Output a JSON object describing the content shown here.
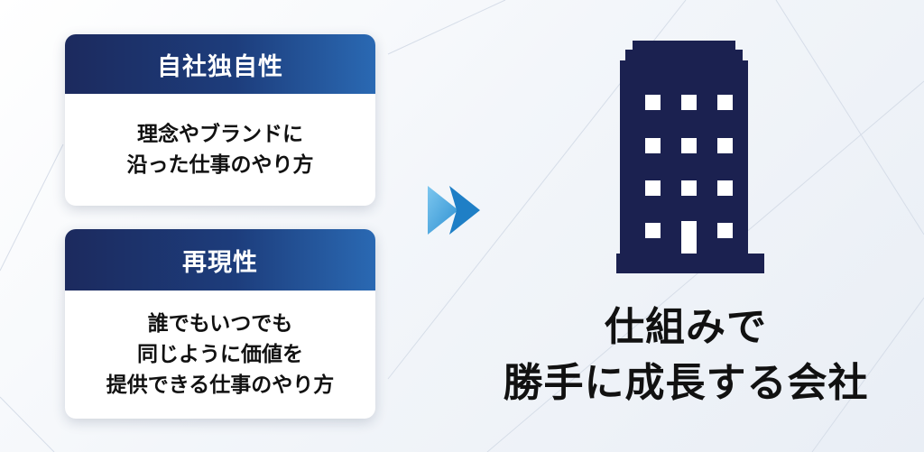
{
  "cards": [
    {
      "title": "自社独自性",
      "lines": [
        "理念やブランドに",
        "沿った仕事のやり方"
      ]
    },
    {
      "title": "再現性",
      "lines": [
        "誰でもいつでも",
        "同じように価値を",
        "提供できる仕事のやり方"
      ]
    }
  ],
  "arrow_icon": "double-chevron-right-icon",
  "building_icon": "office-building-icon",
  "result": {
    "lines": [
      "仕組みで",
      "勝手に成長する会社"
    ]
  },
  "colors": {
    "header_dark": "#1c2a5e",
    "header_light": "#2a69b3",
    "building": "#1b2150",
    "arrow_dark": "#2c8fd1",
    "arrow_light": "#7dc7ef"
  }
}
